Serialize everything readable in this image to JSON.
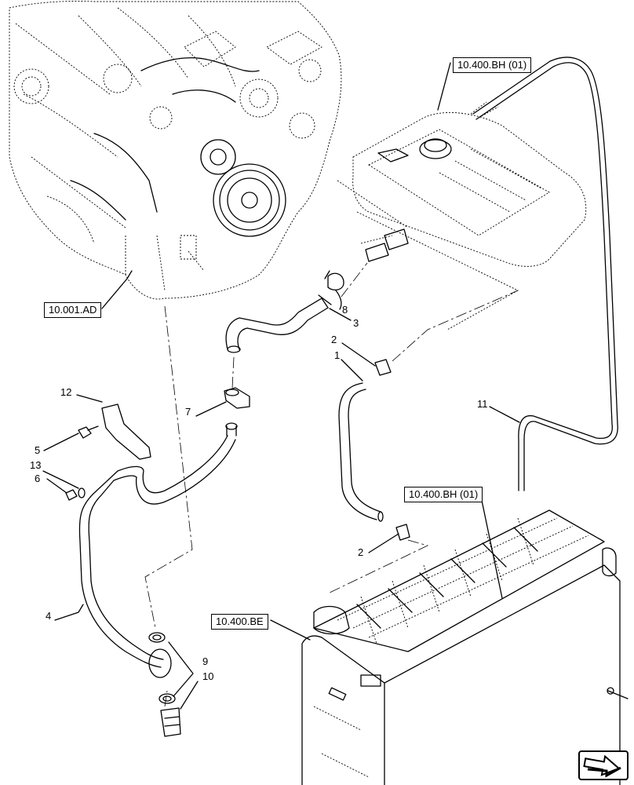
{
  "references": {
    "engine": "10.001.AD",
    "reservoir": "10.400.BH (01)",
    "radiator_top": "10.400.BH (01)",
    "radiator": "10.400.BE"
  },
  "callouts": {
    "c1": "1",
    "c2a": "2",
    "c2b": "2",
    "c3": "3",
    "c4": "4",
    "c5": "5",
    "c6": "6",
    "c7": "7",
    "c8": "8",
    "c9": "9",
    "c10": "10",
    "c11": "11",
    "c12": "12",
    "c13": "13"
  },
  "icons": {
    "nav": "next-page-arrow-icon"
  }
}
